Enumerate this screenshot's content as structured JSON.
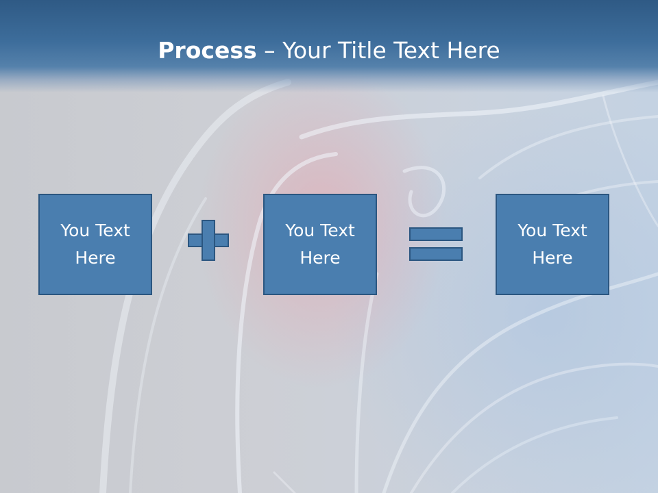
{
  "title": {
    "bold_text": "Process",
    "rest_text": " – Your Title Text Here"
  },
  "boxes": [
    {
      "line1": "You Text",
      "line2": "Here"
    },
    {
      "line1": "You Text",
      "line2": "Here"
    },
    {
      "line1": "You Text",
      "line2": "Here"
    }
  ],
  "symbols": {
    "operator_1": "plus",
    "operator_2": "equals"
  },
  "colors": {
    "header": "#3d6d9b",
    "box_fill": "#4a7eaf",
    "box_border": "#2b5680",
    "text": "#ffffff"
  }
}
